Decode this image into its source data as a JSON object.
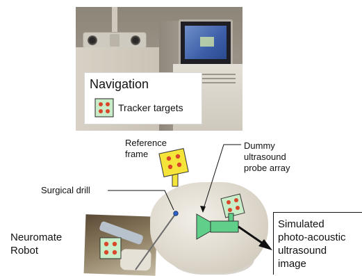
{
  "navigation": {
    "title": "Navigation",
    "legend_label": "Tracker targets"
  },
  "labels": {
    "reference_frame": "Reference\nframe",
    "dummy_probe": "Dummy\nultrasound\nprobe array",
    "surgical_drill": "Surgical drill",
    "neuromate_robot": "Neuromate\nRobot",
    "simulated_image": "Simulated\nphoto-acoustic\nultrasound\nimage"
  },
  "colors": {
    "tracker_fill_green": "#c9ecc9",
    "tracker_fill_yellow": "#f5e43a",
    "tracker_dot": "#d9472b",
    "probe_green": "#5fcf8a",
    "drill_tip": "#2f63c8"
  }
}
